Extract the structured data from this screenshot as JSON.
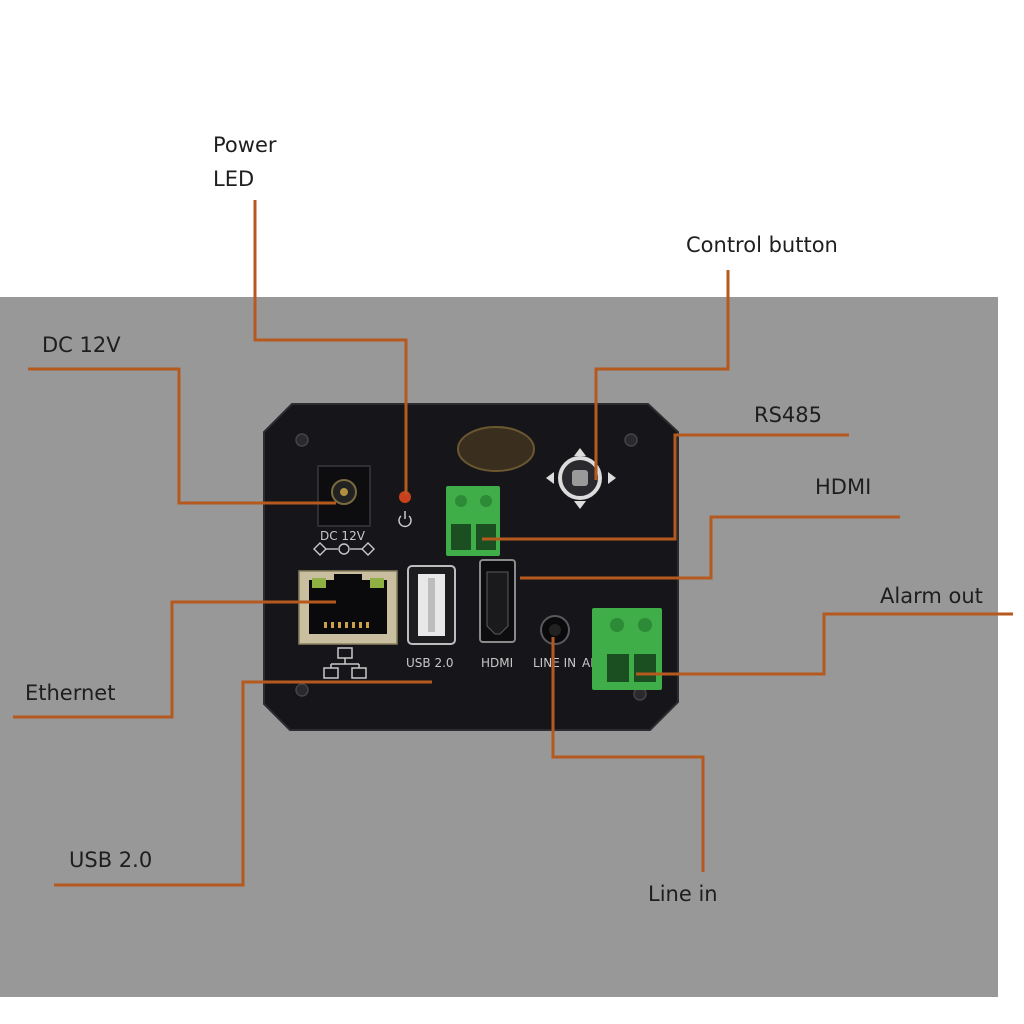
{
  "callouts": {
    "power_led": "Power\nLED",
    "dc_12v": "DC 12V",
    "control_button": "Control button",
    "rs485": "RS485",
    "hdmi": "HDMI",
    "alarm_out": "Alarm out",
    "ethernet": "Ethernet",
    "usb_2_0": "USB 2.0",
    "line_in": "Line in"
  },
  "panel_markings": {
    "dc": "DC  12V",
    "usb": "USB 2.0",
    "hdmi": "HDMI",
    "line_in": "LINE IN",
    "alarm": "AL"
  },
  "colors": {
    "background": "#ffffff",
    "backdrop": "#989898",
    "panel": "#16161a",
    "leader_line": "#b5591f",
    "terminal_block": "#3fae49",
    "led": "#c8401c"
  }
}
